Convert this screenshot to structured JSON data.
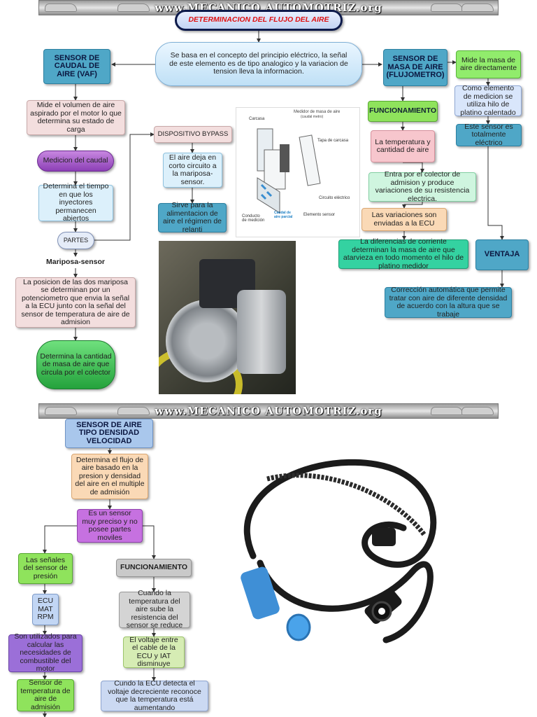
{
  "banner": {
    "text": "www.MECANICO AUTOMOTRIZ.org"
  },
  "title": "DETERMINACION DEL FLUJO DEL AIRE",
  "intro": "Se basa en el concepto del principio eléctrico, la señal de este elemento es de tipo analogico y la variacion de tension lleva la informacion.",
  "vaf": {
    "header": "SENSOR DE CAUDAL DE AIRE (VAF)",
    "n1": "Mide el volumen de aire aspirado por el motor lo que determina su estado de carga",
    "n2": "Medicion del caudal",
    "n3": "Determina el tiempo en que los inyectores permanecen abiertos",
    "n4": "PARTES",
    "n5": "Mariposa-sensor",
    "n6": "La posicion de las dos mariposa se determinan por un potenciometro que envia la señal a la ECU junto con la señal del sensor de temperatura de aire de admision",
    "n7": "Determina la cantidad de masa de aire que circula por el colector"
  },
  "bypass": {
    "header": "DISPOSITIVO BYPASS",
    "n1": "El aire deja en corto circuito a la mariposa-sensor.",
    "n2": "Sirve para la alimentacion de aire el régimen de relanti"
  },
  "diagram": {
    "title": "Medidor de masa de aire",
    "subtitle": "(caudal metro)",
    "labels": [
      "Carcasa",
      "Tapa de carcasa",
      "Circuito eléctrico",
      "Elemento sensor",
      "Conducto de medición",
      "Caudal de aire parcial"
    ]
  },
  "maf": {
    "header": "SENSOR DE MASA DE AIRE (FLUJOMETRO)",
    "func": "FUNCIONAMIENTO",
    "f1": "La temperatura y cantidad de aire",
    "f2": "Entra por el colector de admision y produce variaciones de su resistencia electrica.",
    "f3": "Las variaciones son enviadas a la ECU",
    "f4": "La diferencias de corriente determinan la masa de aire que atarvieza en todo momento el hilo de platino medidor",
    "r1": "Mide la masa de aire directamente",
    "r2": "Como elemento de medicion se utiliza hilo de platino calentado",
    "r3": "Este sensor es totalmente eléctrico",
    "ventaja": "VENTAJA",
    "v1": "Corrección automática que permite tratar con aire de diferente densidad de acuerdo con la altura que se trabaje"
  },
  "densidad": {
    "header": "SENSOR DE AIRE TIPO DENSIDAD VELOCIDAD",
    "n1": "Determina el flujo de aire basado en la presion y densidad del aire en el multiple de admisión",
    "n2": "Es un sensor muy preciso y no posee partes moviles",
    "l1": "Las señales del sensor de presión",
    "l2": [
      "ECU",
      "MAT",
      "RPM"
    ],
    "l3": "Son utilizados para calcular las necesidades de combustible del motor",
    "l4": "Sensor de temperatura de aire de admisión",
    "func": "FUNCIONAMIENTO",
    "f1": "Cuando la temperatura del aire sube la resistencia del sensor se reduce",
    "f2": "El voltaje entre el cable de la ECU y IAT disminuye",
    "f3": "Cundo la ECU detecta el voltaje decreciente reconoce que la temperatura está aumentando"
  }
}
